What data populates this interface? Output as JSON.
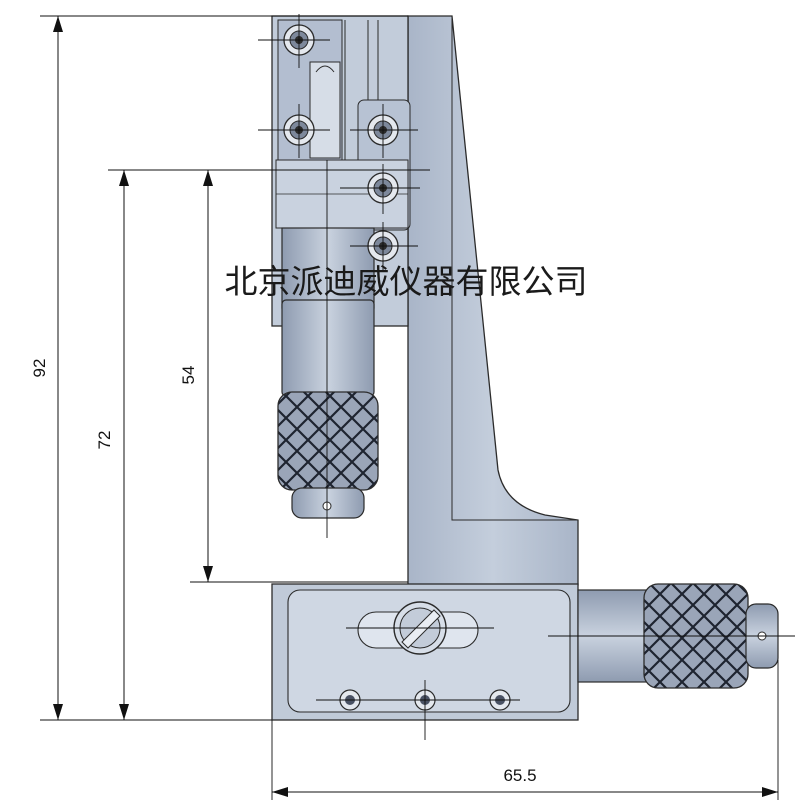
{
  "dimensions": {
    "overall_height": "92",
    "bracket_height": "72",
    "vertical_travel": "54",
    "overall_width": "65.5"
  },
  "watermark": "北京派迪威仪器有限公司",
  "colors": {
    "background": "#ffffff",
    "body_fill": "#b8c4d6",
    "body_light": "#d4dbe6",
    "body_dark": "#8e9bb0",
    "outline": "#2b2b2b",
    "dimension_line": "#111111"
  },
  "components": {
    "vertical_micrometer": "micrometer-head",
    "horizontal_micrometer": "micrometer-head",
    "locking_screw": "slotted-screw",
    "mounting_screws": "socket-head-screw"
  }
}
